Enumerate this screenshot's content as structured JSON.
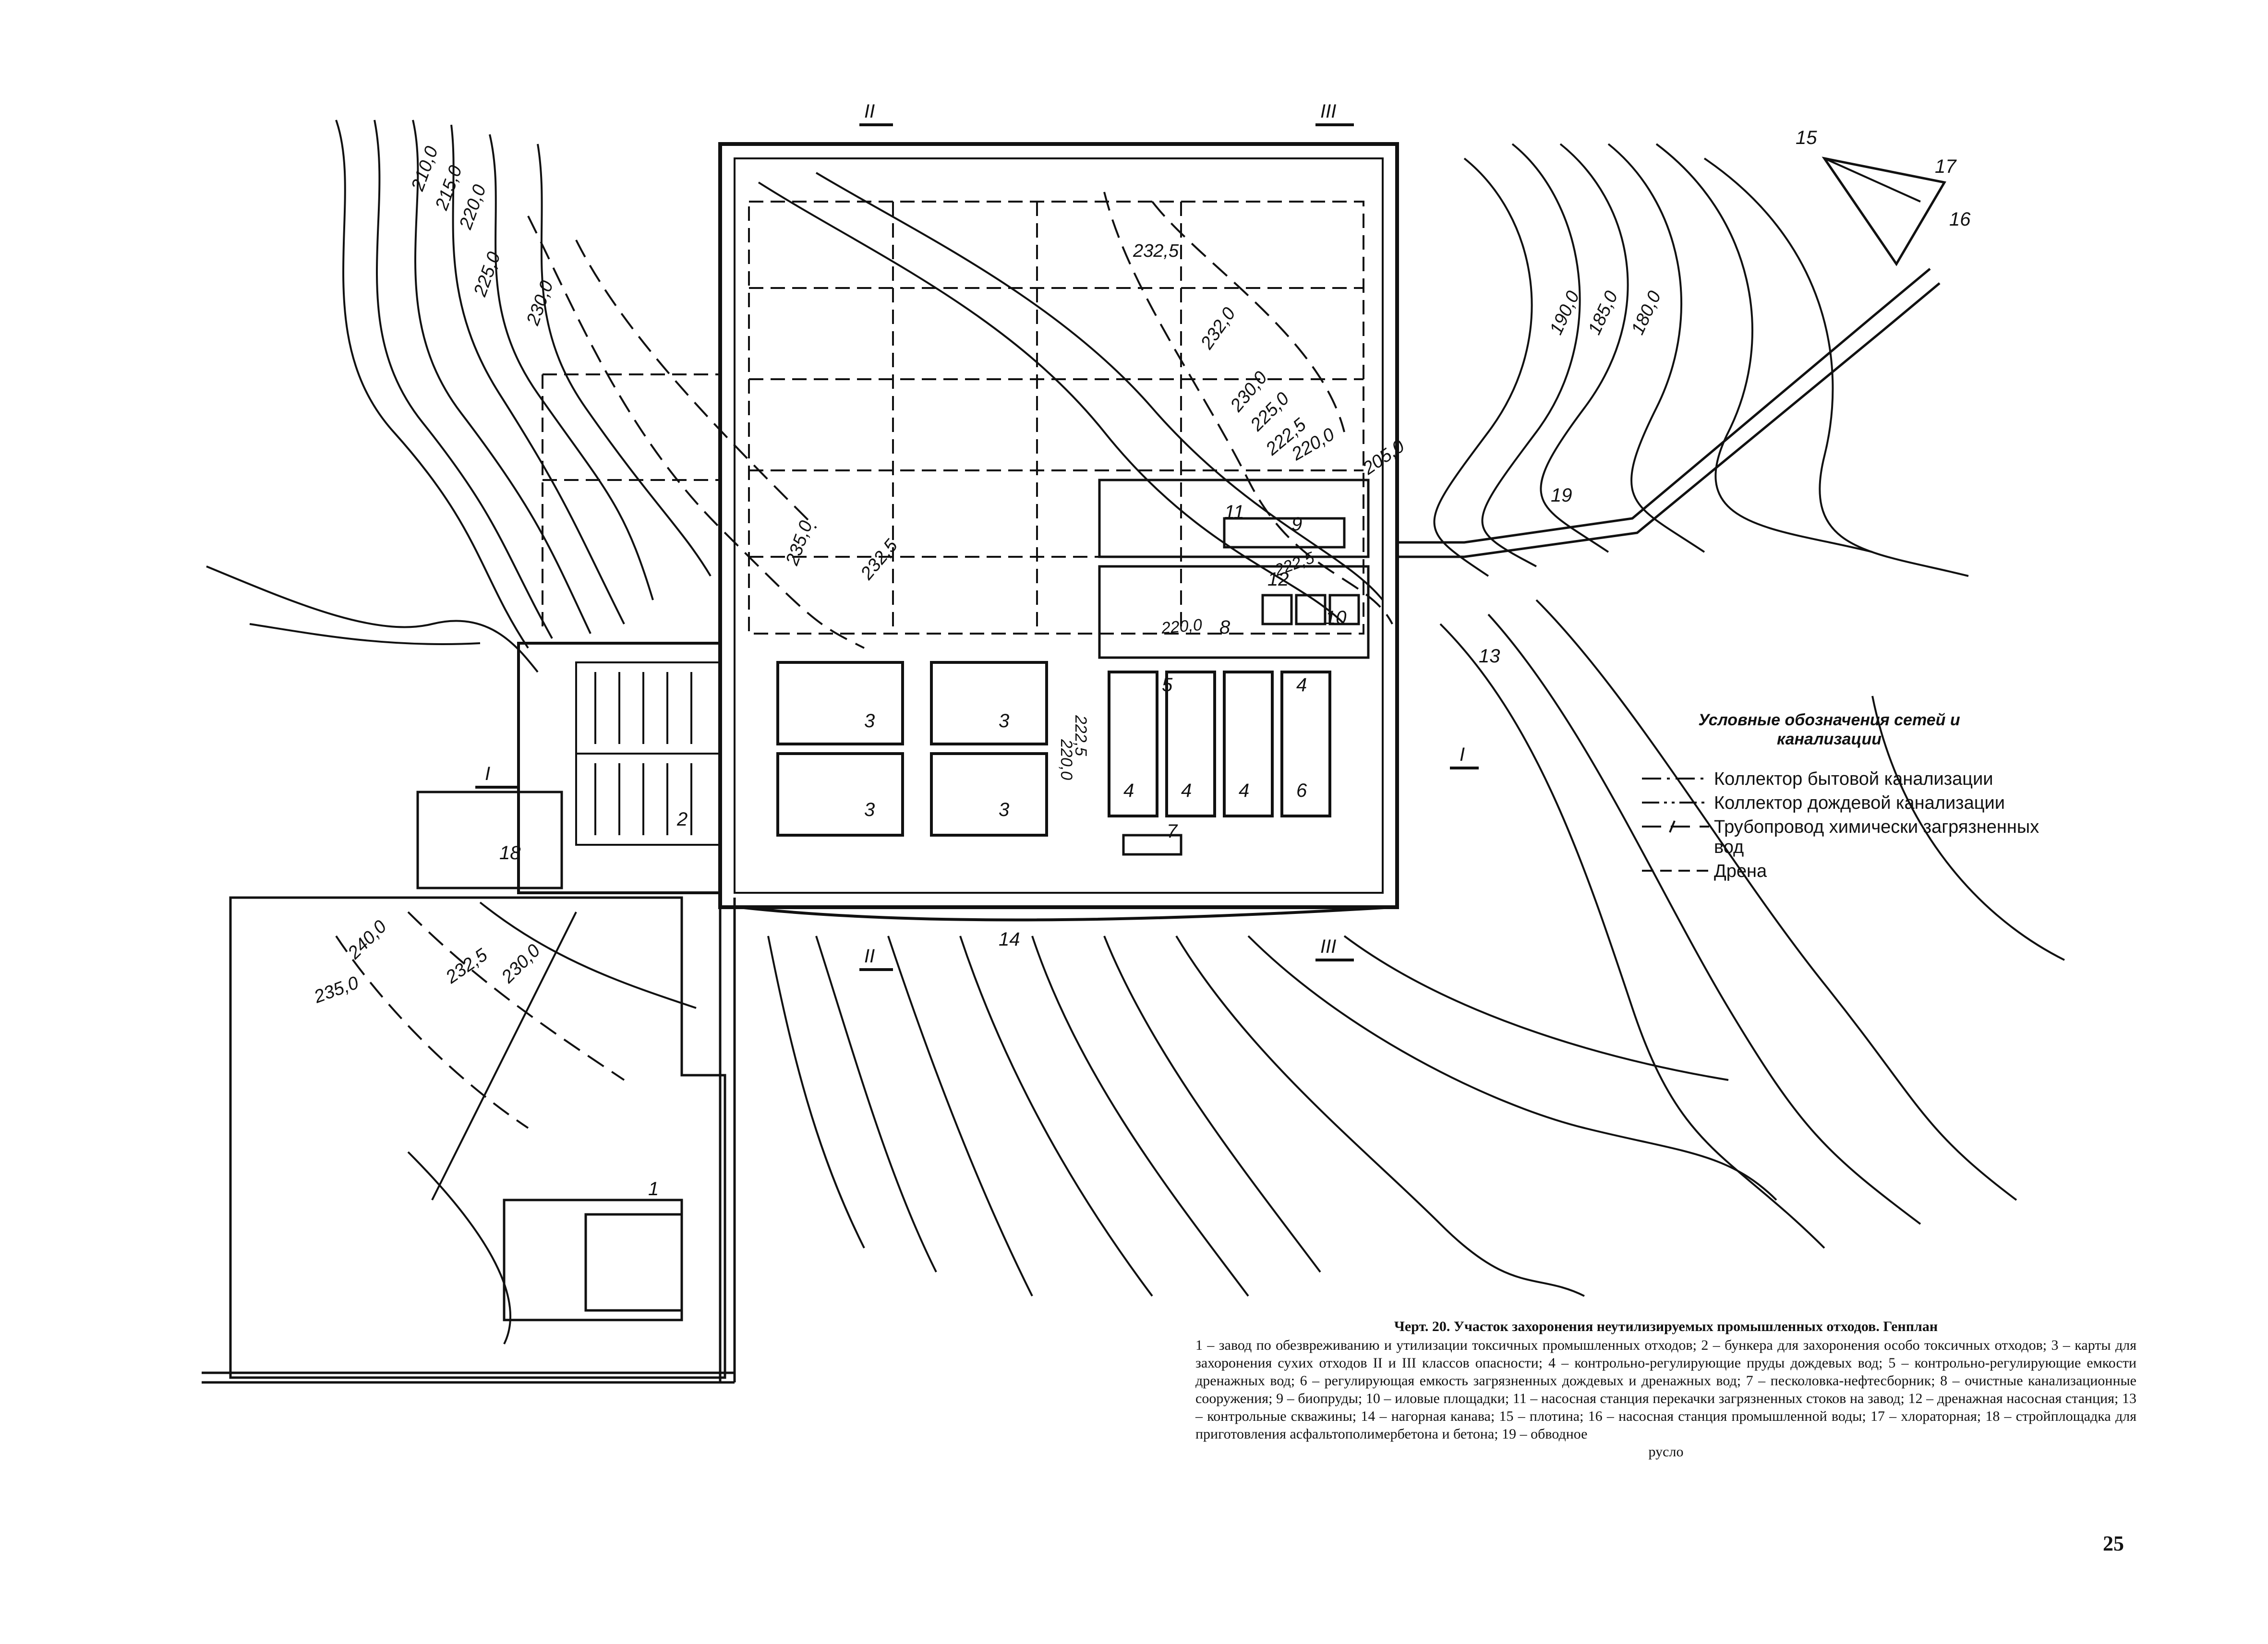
{
  "contours": [
    "210,0",
    "215,0",
    "220,0",
    "225,0",
    "230,0",
    "232,5",
    "232,0",
    "230,0",
    "225,0",
    "222,5",
    "220,0",
    "205,0",
    "190,0",
    "185,0",
    "180,0",
    "235,0",
    "232,5",
    "240,0",
    "235,0",
    "232,5",
    "230,0",
    "220,0",
    "222,5",
    "222,5",
    "220,0"
  ],
  "sections": {
    "s1": "I",
    "s2": "II",
    "s3": "III"
  },
  "numbers": [
    "1",
    "2",
    "3",
    "3",
    "3",
    "3",
    "4",
    "4",
    "4",
    "4",
    "5",
    "6",
    "7",
    "8",
    "9",
    "10",
    "11",
    "12",
    "13",
    "14",
    "15",
    "16",
    "17",
    "18",
    "19"
  ],
  "legend": {
    "title": "Условные обозначения сетей и канализации",
    "items": [
      {
        "symbol": "dash-dot",
        "text": "Коллектор бытовой канализации"
      },
      {
        "symbol": "dash-dot-dot",
        "text": "Коллектор дождевой канализации"
      },
      {
        "symbol": "dash-slash",
        "text": "Трубопровод химически загрязненных вод"
      },
      {
        "symbol": "dashed",
        "text": "Дрена"
      }
    ]
  },
  "caption": {
    "title": "Черт. 20. Участок захоронения неутилизируемых промышленных отходов. Генплан",
    "body": "1 – завод по обезвреживанию и утилизации токсичных промышленных отходов; 2 – бункера для захоронения особо токсичных отходов; 3 – карты для захоронения сухих отходов II и III классов опасности; 4 – контрольно-регулирующие пруды дождевых вод; 5 – контрольно-регулирующие емкости дренажных вод; 6 – регулирующая емкость загрязненных дождевых и дренажных вод; 7 – песколовка-нефтесборник; 8 – очистные канализационные сооружения; 9 – биопруды; 10 – иловые площадки; 11 – насосная станция перекачки загрязненных стоков на завод; 12 – дренажная насосная станция; 13 – контрольные скважины; 14 – нагорная канава; 15 – плотина; 16 – насосная станция промышленной воды; 17 – хлораторная; 18 – стройплощадка для приготовления асфальтополимербетона и бетона; 19 – обводное",
    "last": "русло"
  },
  "page_number": "25"
}
